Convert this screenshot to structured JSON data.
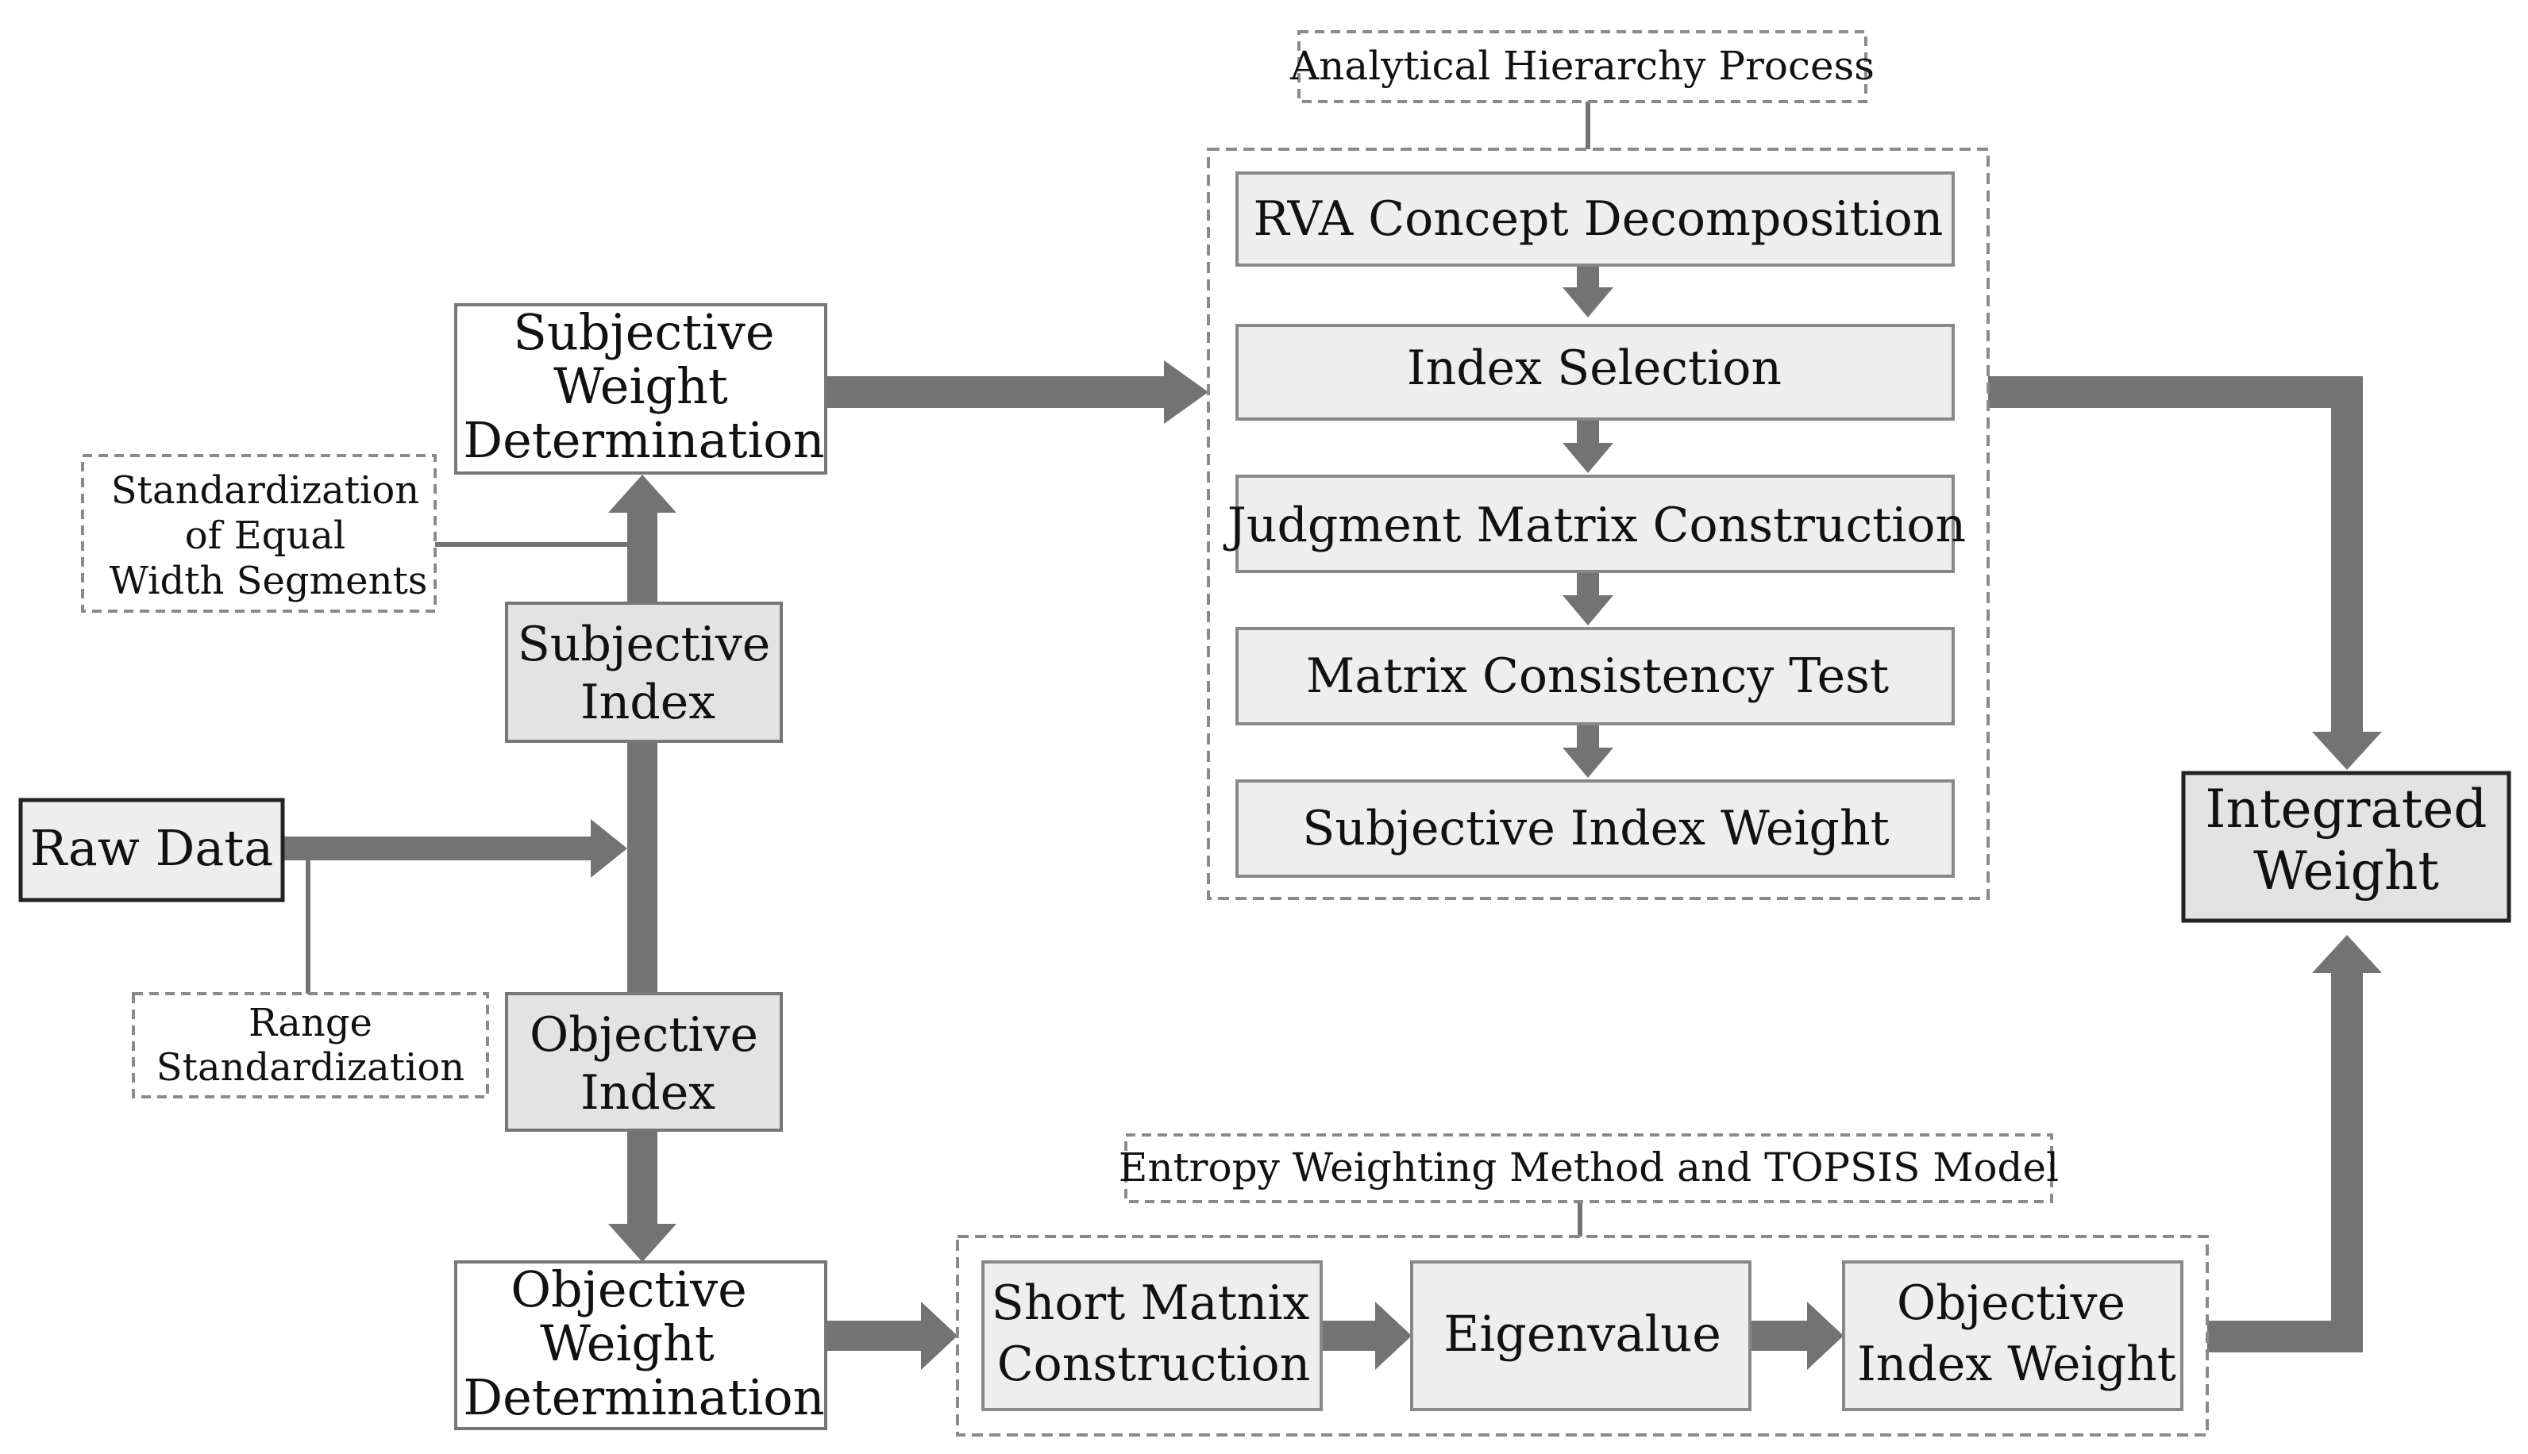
{
  "colors": {
    "arrow": "#737373",
    "box_fill_gray": "#eeeeee",
    "box_fill_white": "#ffffff",
    "box_stroke": "#7a7a7a",
    "dashed_stroke": "#8a8a8a",
    "text": "#111111"
  },
  "nodes": {
    "raw_data": "Raw Data",
    "subjective_index": [
      "Subjective",
      "Index"
    ],
    "objective_index": [
      "Objective",
      "Index"
    ],
    "subjective_weight_determination": [
      "Subjective",
      "Weight",
      "Determination"
    ],
    "objective_weight_determination": [
      "Objective",
      "Weight",
      "Determination"
    ],
    "integrated_weight": [
      "Integrated",
      "Weight"
    ]
  },
  "annotations": {
    "standardization_equal_width": [
      "Standardization",
      "of Equal",
      "Width Segments"
    ],
    "range_standardization": [
      "Range",
      "Standardization"
    ]
  },
  "ahp": {
    "label": "Analytical Hierarchy Process",
    "steps": [
      "RVA Concept Decomposition",
      "Index Selection",
      "Judgment Matrix Construction",
      "Matrix Consistency Test",
      "Subjective Index Weight"
    ]
  },
  "entropy": {
    "label": "Entropy Weighting Method and TOPSIS Model",
    "steps": [
      [
        "Short Matnix",
        "Construction"
      ],
      [
        "Eigenvalue"
      ],
      [
        "Objective",
        "Index Weight"
      ]
    ]
  }
}
